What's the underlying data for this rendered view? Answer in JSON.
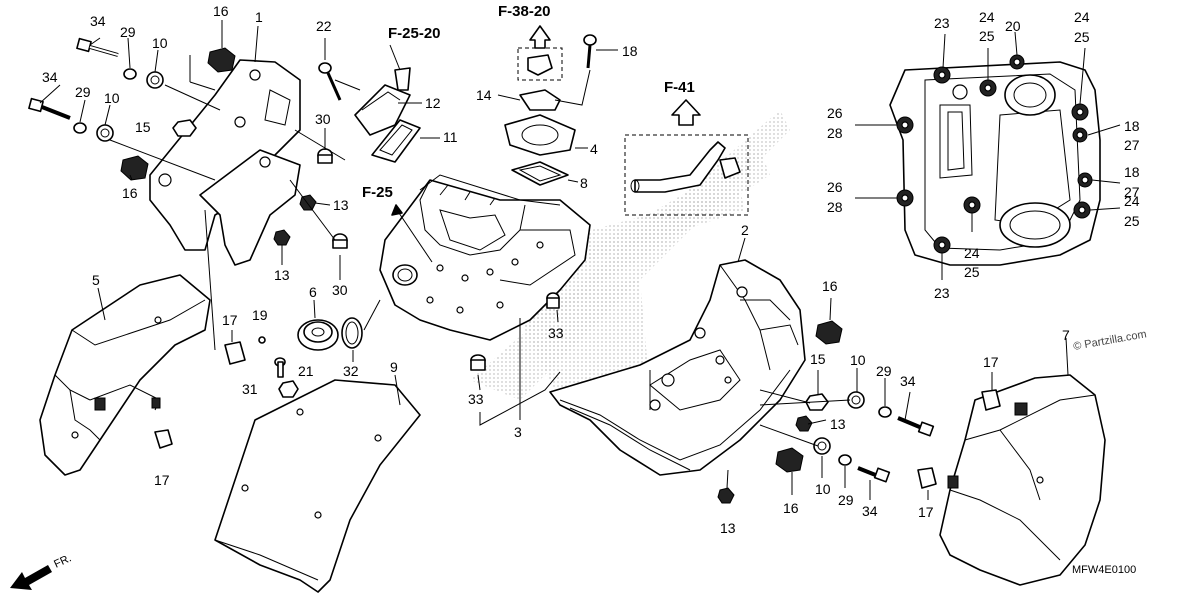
{
  "diagram": {
    "refs": [
      "F-38-20",
      "F-25-20",
      "F-41",
      "F-25"
    ],
    "part_numbers": [
      "1",
      "2",
      "3",
      "4",
      "5",
      "6",
      "7",
      "8",
      "9",
      "10",
      "11",
      "12",
      "13",
      "14",
      "15",
      "16",
      "17",
      "18",
      "19",
      "20",
      "21",
      "22",
      "23",
      "24",
      "25",
      "26",
      "27",
      "28",
      "29",
      "30",
      "31",
      "32",
      "33",
      "34"
    ],
    "front_label": "FR.",
    "diagram_code": "MFW4E0100",
    "watermark": "© Partzilla.com"
  }
}
